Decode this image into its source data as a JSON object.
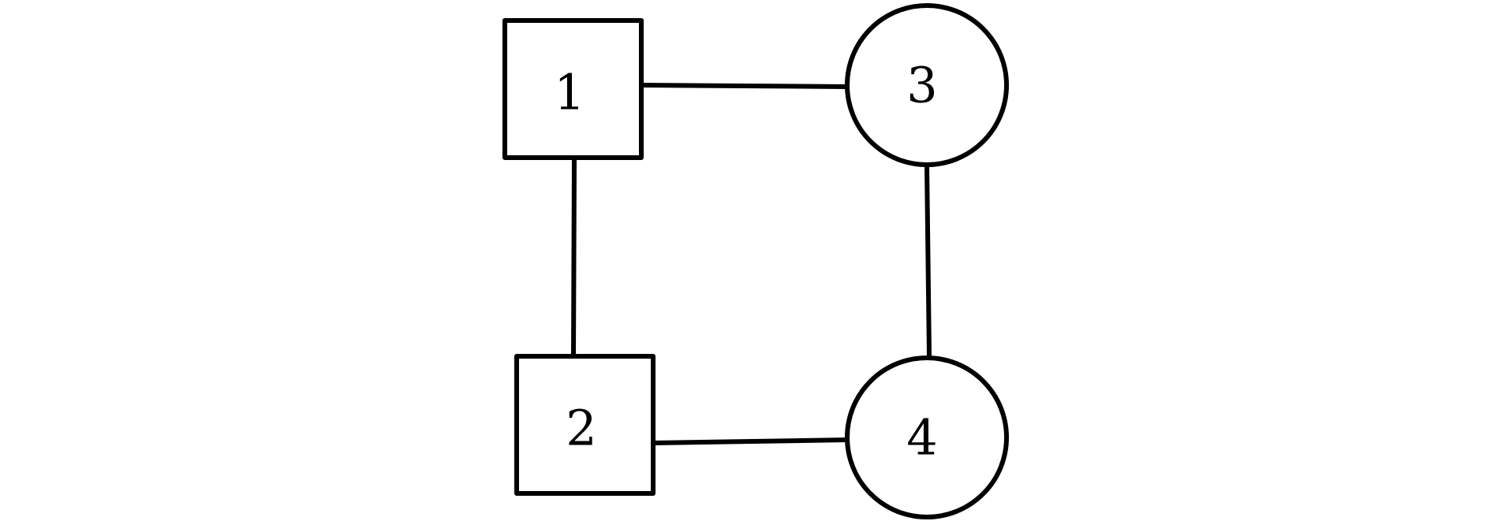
{
  "nodes": [
    {
      "id": "1",
      "label": "1",
      "shape": "square"
    },
    {
      "id": "2",
      "label": "2",
      "shape": "square"
    },
    {
      "id": "3",
      "label": "3",
      "shape": "circle"
    },
    {
      "id": "4",
      "label": "4",
      "shape": "circle"
    }
  ],
  "edges": [
    {
      "from": "1",
      "to": "3"
    },
    {
      "from": "1",
      "to": "2"
    },
    {
      "from": "3",
      "to": "4"
    },
    {
      "from": "2",
      "to": "4"
    }
  ],
  "colors": {
    "stroke": "#000000",
    "fill": "#ffffff"
  }
}
